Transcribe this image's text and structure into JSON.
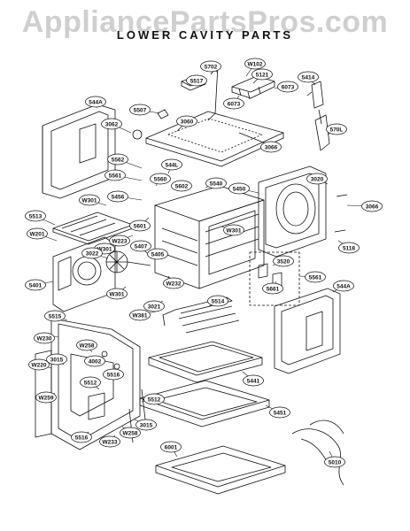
{
  "watermark": "AppliancePartsPros.com",
  "title": "LOWER CAVITY PARTS",
  "callouts": [
    {
      "id": "c-5702",
      "label": "5702"
    },
    {
      "id": "c-w102",
      "label": "W102"
    },
    {
      "id": "c-5517",
      "label": "5517"
    },
    {
      "id": "c-5121",
      "label": "5121"
    },
    {
      "id": "c-5414",
      "label": "5414"
    },
    {
      "id": "c-6073a",
      "label": "6073"
    },
    {
      "id": "c-6073b",
      "label": "6073"
    },
    {
      "id": "c-544a-top",
      "label": "544A"
    },
    {
      "id": "c-5507",
      "label": "5507"
    },
    {
      "id": "c-3062",
      "label": "3062"
    },
    {
      "id": "c-3060",
      "label": "3060"
    },
    {
      "id": "c-570l",
      "label": "570L"
    },
    {
      "id": "c-3066a",
      "label": "3066"
    },
    {
      "id": "c-5562",
      "label": "5562"
    },
    {
      "id": "c-544l",
      "label": "544L"
    },
    {
      "id": "c-5561a",
      "label": "5561"
    },
    {
      "id": "c-5560",
      "label": "5560"
    },
    {
      "id": "c-5602",
      "label": "5602"
    },
    {
      "id": "c-5540",
      "label": "5540"
    },
    {
      "id": "c-5450",
      "label": "5450"
    },
    {
      "id": "c-3020",
      "label": "3020"
    },
    {
      "id": "c-3066b",
      "label": "3066"
    },
    {
      "id": "c-w301a",
      "label": "W301"
    },
    {
      "id": "c-5456",
      "label": "5456"
    },
    {
      "id": "c-5513",
      "label": "5513"
    },
    {
      "id": "c-5601",
      "label": "5601"
    },
    {
      "id": "c-w301b",
      "label": "W301"
    },
    {
      "id": "c-w201",
      "label": "W201"
    },
    {
      "id": "c-w223",
      "label": "W223"
    },
    {
      "id": "c-w301c",
      "label": "W301"
    },
    {
      "id": "c-5118",
      "label": "5118"
    },
    {
      "id": "c-3022",
      "label": "3022"
    },
    {
      "id": "c-5405",
      "label": "5405"
    },
    {
      "id": "c-5407",
      "label": "5407"
    },
    {
      "id": "c-3520",
      "label": "3520"
    },
    {
      "id": "c-5401",
      "label": "5401"
    },
    {
      "id": "c-w232",
      "label": "W232"
    },
    {
      "id": "c-5661",
      "label": "5661"
    },
    {
      "id": "c-5561b",
      "label": "5561"
    },
    {
      "id": "c-w301d",
      "label": "W301"
    },
    {
      "id": "c-544a-right",
      "label": "544A"
    },
    {
      "id": "c-3021",
      "label": "3021"
    },
    {
      "id": "c-w381",
      "label": "W381"
    },
    {
      "id": "c-5515",
      "label": "5515"
    },
    {
      "id": "c-5514",
      "label": "5514"
    },
    {
      "id": "c-w230",
      "label": "W230"
    },
    {
      "id": "c-w258a",
      "label": "W258"
    },
    {
      "id": "c-4002",
      "label": "4002"
    },
    {
      "id": "c-3015a",
      "label": "3015"
    },
    {
      "id": "c-w220",
      "label": "W220"
    },
    {
      "id": "c-5512a",
      "label": "5512"
    },
    {
      "id": "c-5516a",
      "label": "5516"
    },
    {
      "id": "c-5441",
      "label": "5441"
    },
    {
      "id": "c-w259",
      "label": "W259"
    },
    {
      "id": "c-5512b",
      "label": "5512"
    },
    {
      "id": "c-3015b",
      "label": "3015"
    },
    {
      "id": "c-w258b",
      "label": "W258"
    },
    {
      "id": "c-5451",
      "label": "5451"
    },
    {
      "id": "c-5516b",
      "label": "5516"
    },
    {
      "id": "c-w233",
      "label": "W233"
    },
    {
      "id": "c-6001",
      "label": "6001"
    },
    {
      "id": "c-5010",
      "label": "5010"
    }
  ]
}
